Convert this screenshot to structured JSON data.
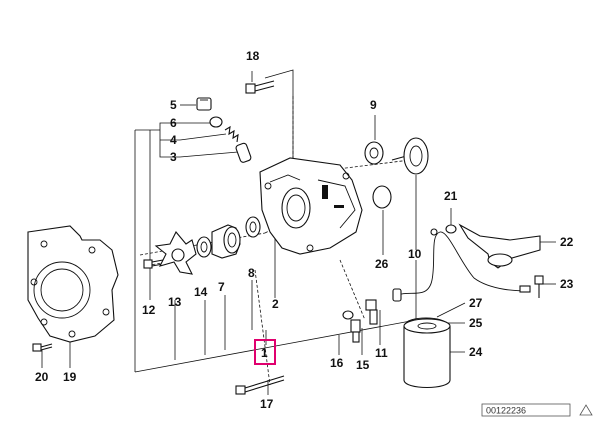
{
  "diagram": {
    "callouts": {
      "c1": "1",
      "c2": "2",
      "c3": "3",
      "c4": "4",
      "c5": "5",
      "c6": "6",
      "c7": "7",
      "c8": "8",
      "c9": "9",
      "c10": "10",
      "c11": "11",
      "c12": "12",
      "c13": "13",
      "c14": "14",
      "c15": "15",
      "c16": "16",
      "c17": "17",
      "c18": "18",
      "c19": "19",
      "c20": "20",
      "c21": "21",
      "c22": "22",
      "c23": "23",
      "c24": "24",
      "c25": "25",
      "c26": "26",
      "c27": "27"
    },
    "highlighted_callout": "1",
    "highlight_color": "#e0006e",
    "image_code": "00122236",
    "warning_icon": "warning-triangle-icon"
  }
}
